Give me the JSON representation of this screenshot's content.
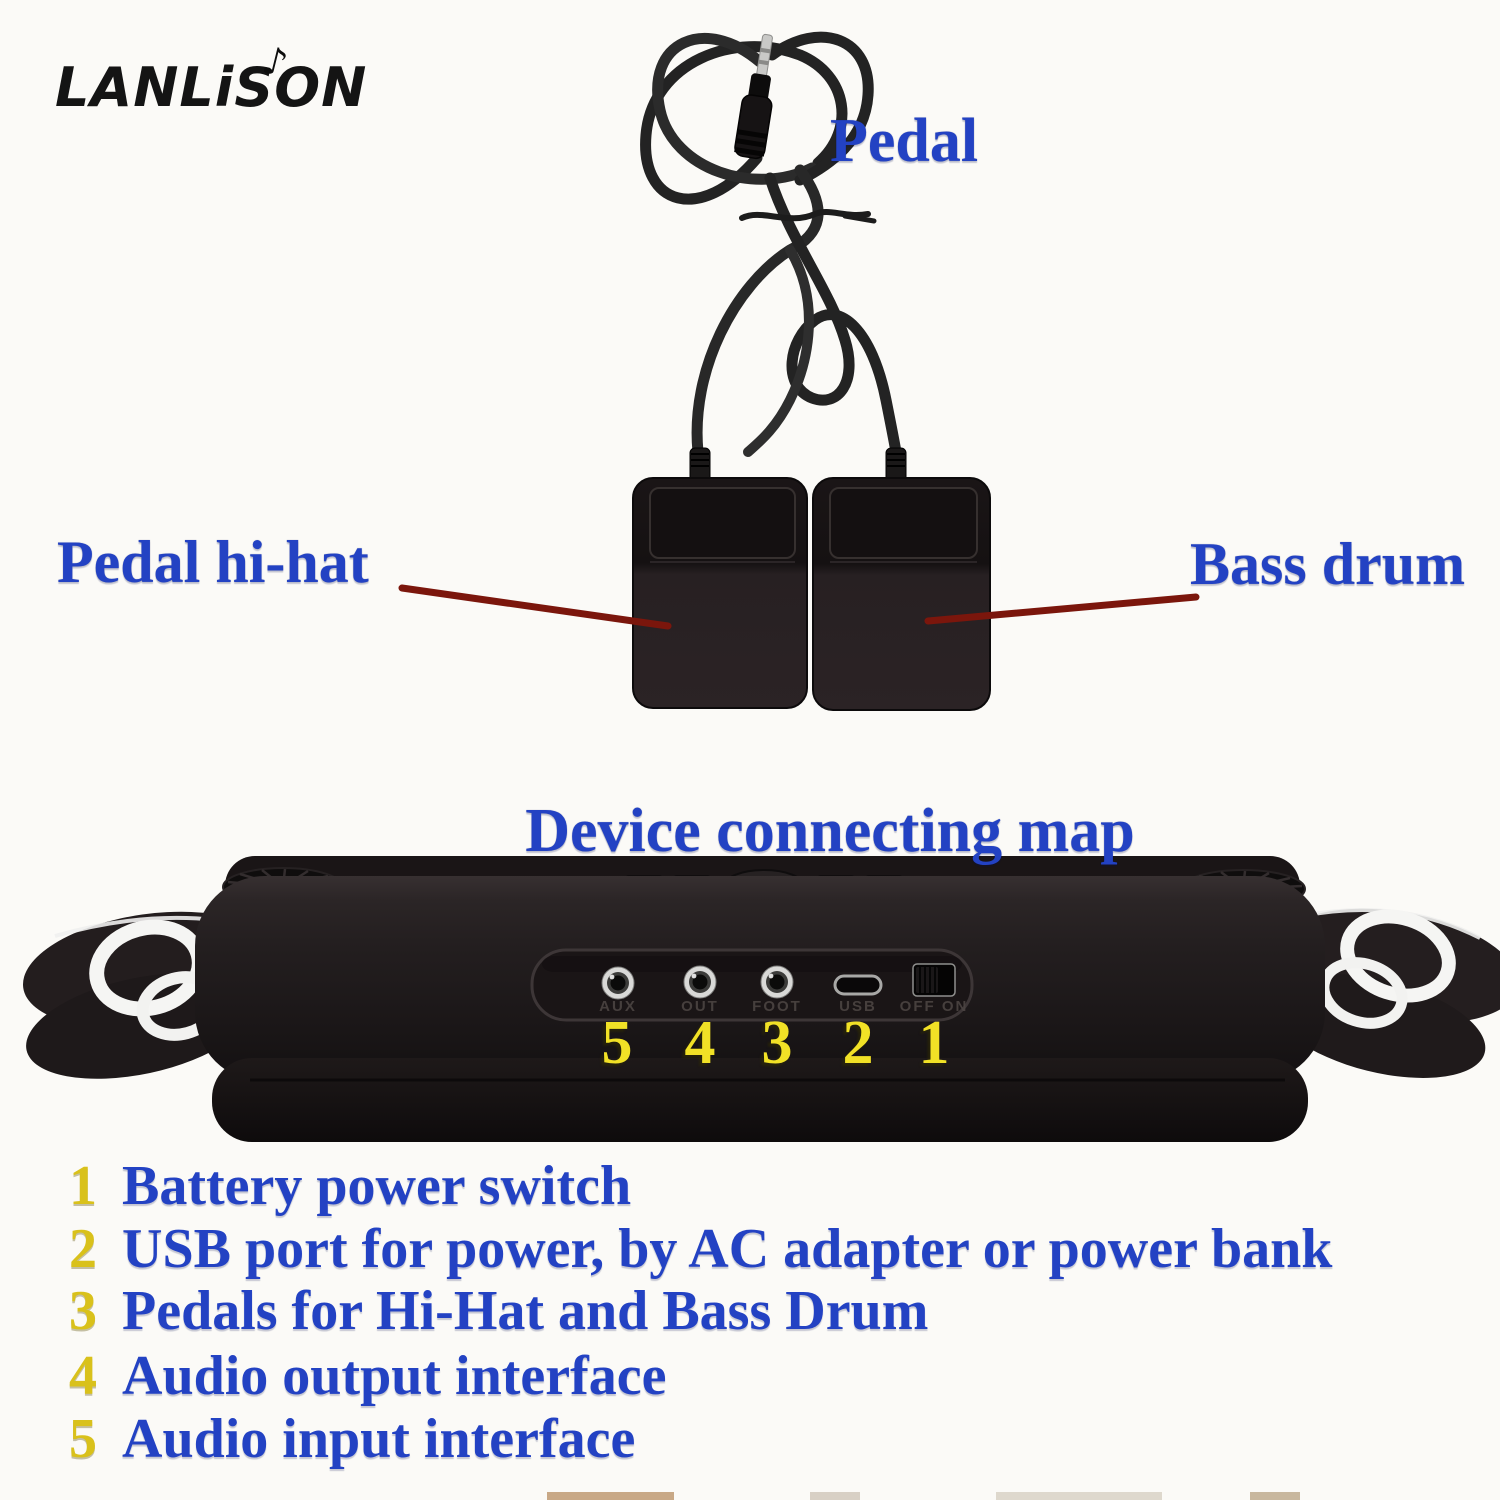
{
  "brand": {
    "name": "LANLiSON",
    "note_icon": "♪"
  },
  "top": {
    "pedal_label": "Pedal"
  },
  "pedal_labels": {
    "left": "Pedal hi-hat",
    "right": "Bass drum"
  },
  "section_title": "Device connecting map",
  "device": {
    "ports": [
      {
        "number": "5",
        "label": "AUX"
      },
      {
        "number": "4",
        "label": "OUT"
      },
      {
        "number": "3",
        "label": "FOOT"
      },
      {
        "number": "2",
        "label": "USB"
      },
      {
        "number": "1",
        "label": "OFF ON"
      }
    ]
  },
  "legend": [
    {
      "num": "1",
      "text": "Battery power switch"
    },
    {
      "num": "2",
      "text": "USB port for power, by AC adapter or power bank"
    },
    {
      "num": "3",
      "text": "Pedals for Hi-Hat and Bass Drum"
    },
    {
      "num": "4",
      "text": "Audio output interface"
    },
    {
      "num": "5",
      "text": "Audio input interface"
    }
  ],
  "colors": {
    "accent_blue": "#2342c3",
    "legend_number_gold": "#d9c11b",
    "port_number_yellow": "#f1e126",
    "annotation_red": "#7b160c",
    "device_black": "#1c1718",
    "background": "#fbfaf7"
  }
}
